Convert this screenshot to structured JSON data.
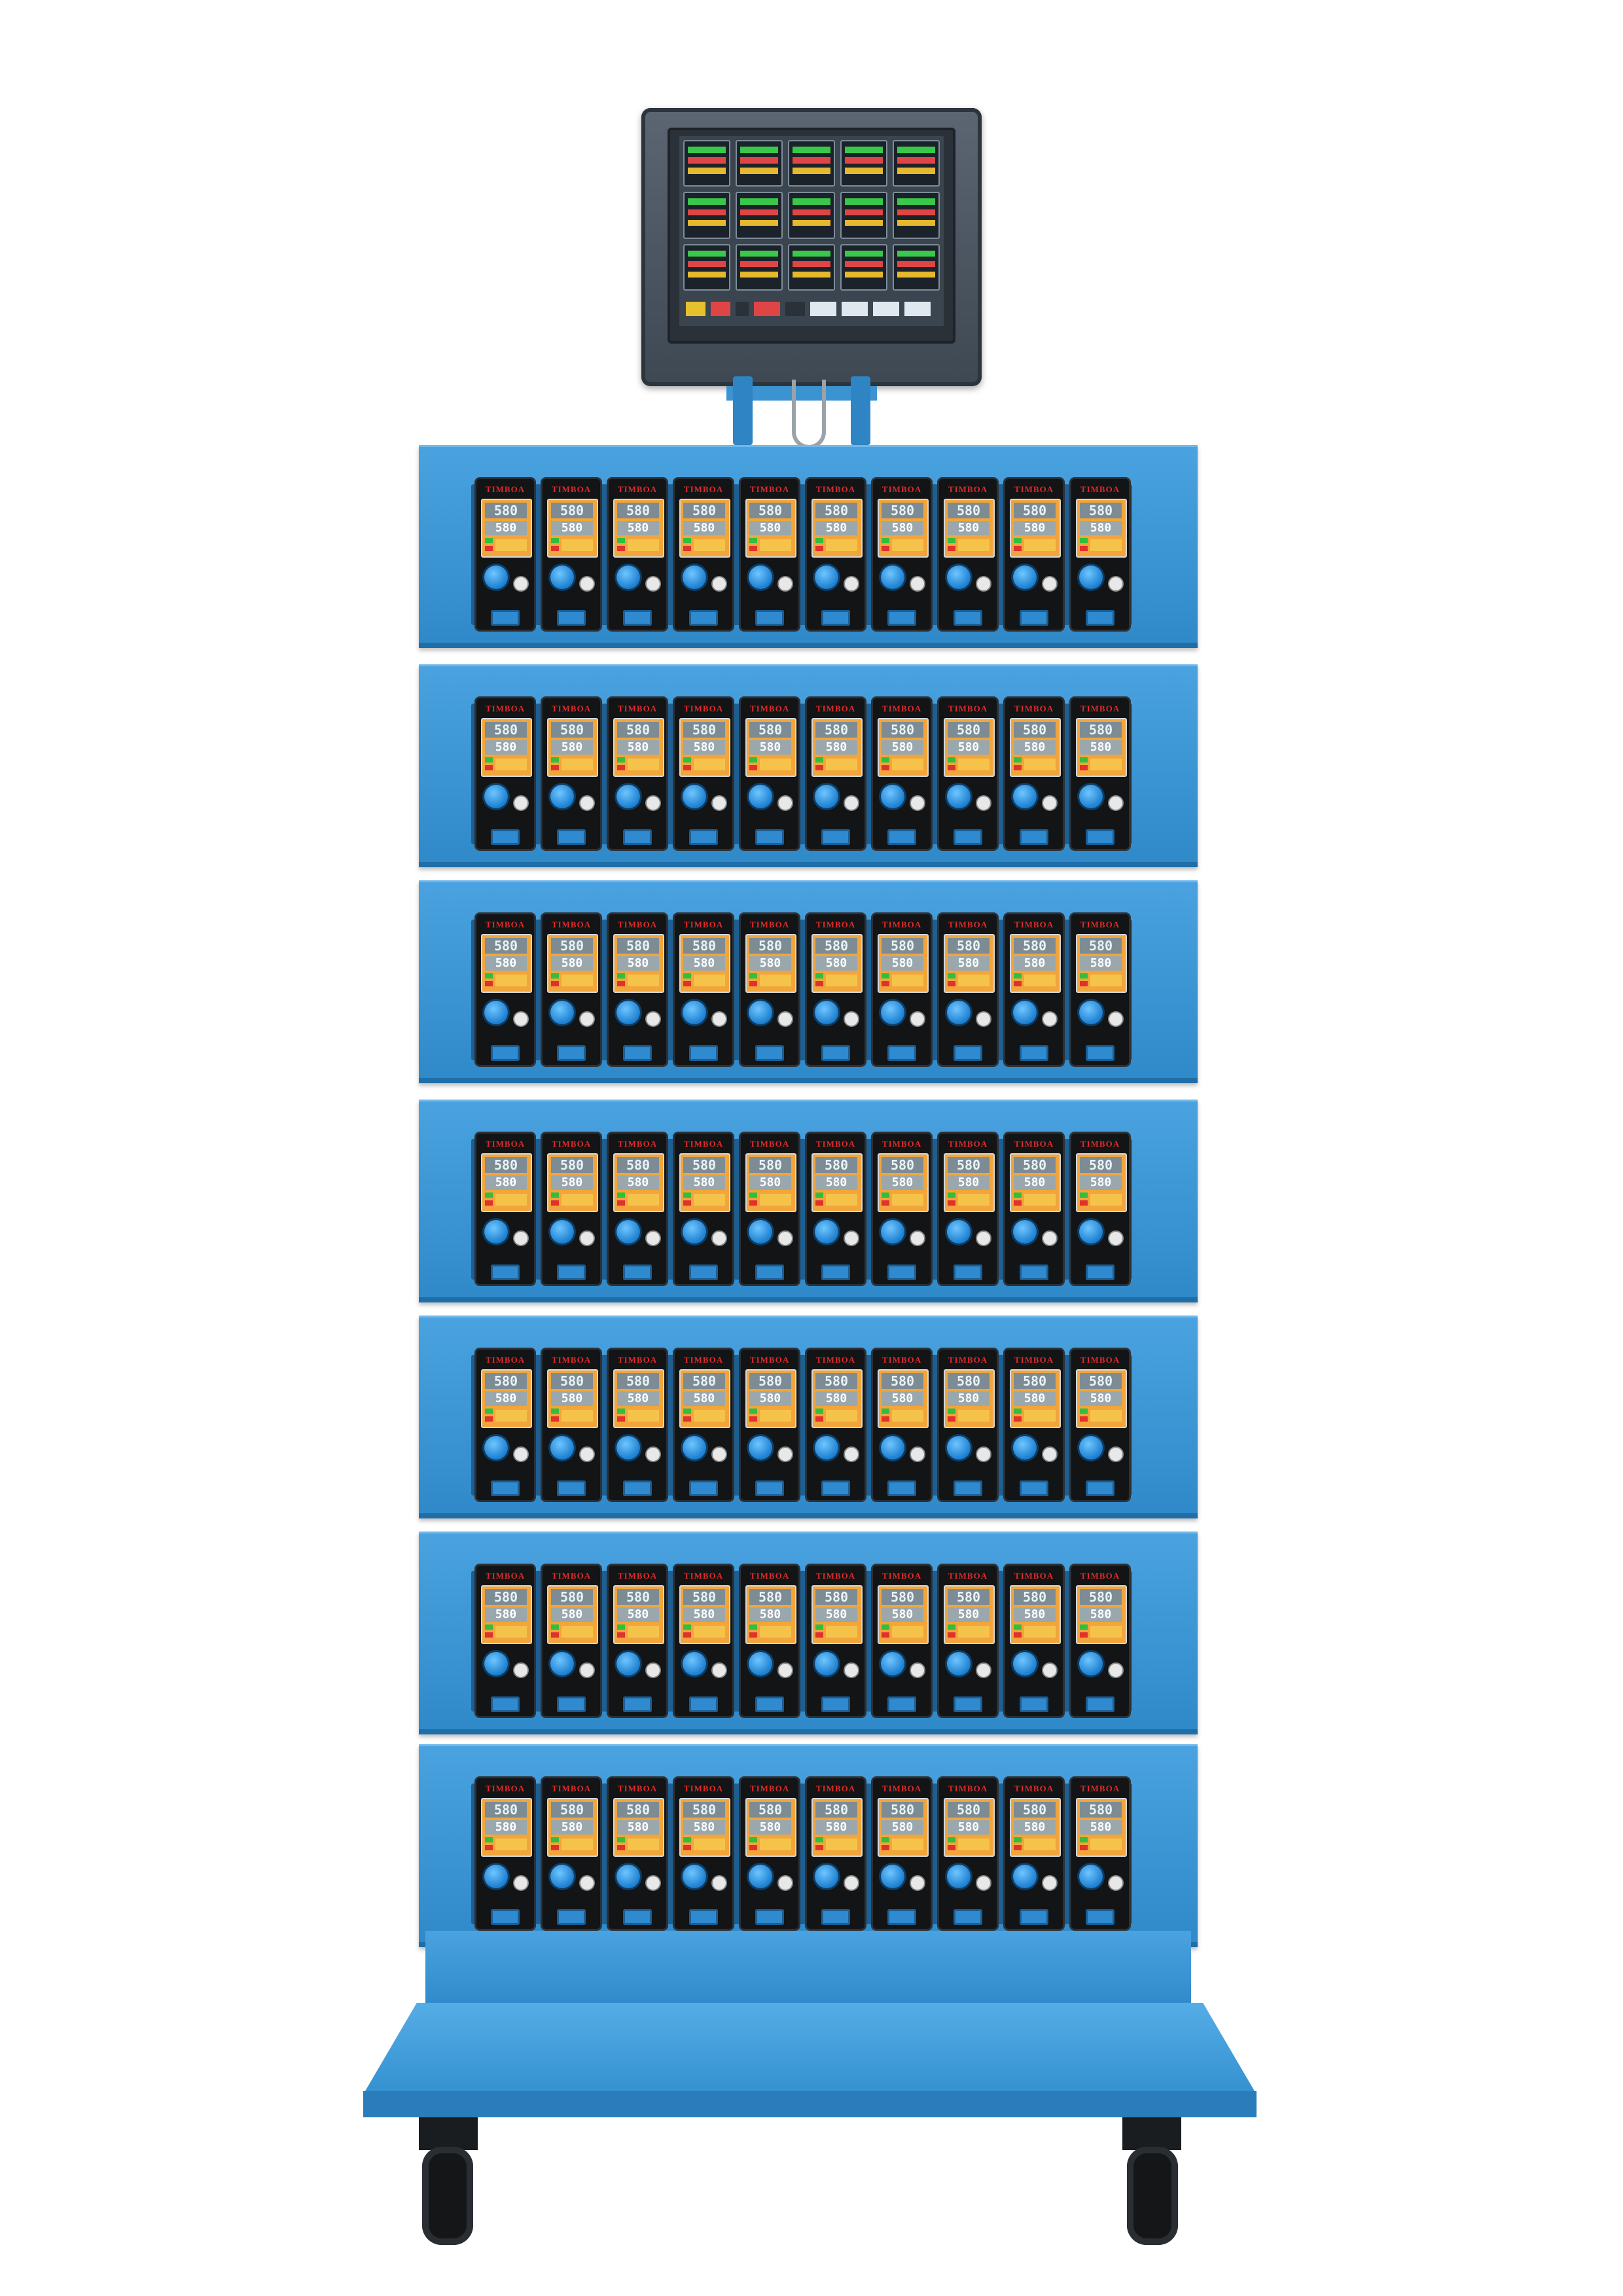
{
  "product": {
    "module_brand": "TIMBOA",
    "module_display_top": "580",
    "module_display_bottom": "580",
    "tiers": 7,
    "modules_per_tier": 10
  },
  "colors": {
    "frame_blue": "#3b93d1",
    "screen_body": "#4a5560",
    "module_body": "#121416",
    "lcd_orange": "#f2a53a",
    "brand_red": "#e02a2a",
    "knob_blue": "#1d7fd0"
  },
  "icons": {
    "knob": "rotary-knob-icon",
    "button": "round-button-icon",
    "connector": "connector-socket-icon"
  }
}
